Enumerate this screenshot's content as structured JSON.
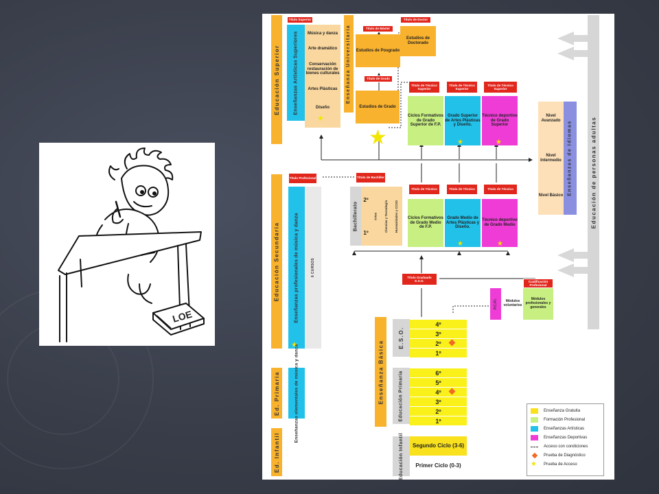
{
  "slide": {
    "background_color": "#393d49"
  },
  "illustration": {
    "book_label": "LOE"
  },
  "diagram": {
    "columns": {
      "educacion_superior": "Educación Superior",
      "ensenanza_universitaria": "Enseñanza Universitaria",
      "artisticas_superiores": "Enseñanzas Artísticas Superiores",
      "educacion_secundaria": "Educación Secundaria",
      "profesionales_musica": "Enseñanzas profesionales de música y danza",
      "seis_cursos": "6 CURSOS",
      "ed_primaria": "Ed. Primaria",
      "elementales_musica": "Enseñanzas elementales de música y danza",
      "ed_infantil": "Ed. Infantil",
      "ensenanza_basica": "Enseñanza Básica",
      "eso": "E.S.O.",
      "educacion_primaria": "Educación Primaria",
      "educacion_infantil": "Educación Infantil",
      "bachillerato": "Bachillerato",
      "adultos": "Educación de personas adultas",
      "idiomas": "Enseñanzas de Idiomas"
    },
    "titles": {
      "titulo_superior": "Título Superior",
      "titulo_master": "Título de Máster",
      "titulo_doctor": "Título de Doctor",
      "titulo_grado": "Título de Grado",
      "tecnico_superior_1": "Título de Técnico Superior",
      "tecnico_superior_2": "Título de Técnico Superior",
      "tecnico_superior_3": "Título de Técnico Superior",
      "titulo_profesional": "Título Profesional",
      "titulo_bachiller": "Título de Bachiller",
      "tecnico_1": "Título de Técnico",
      "tecnico_2": "Título de Técnico",
      "tecnico_3": "Título de Técnico",
      "graduado_eso": "Título Graduado E.S.O.",
      "cualificacion": "Cualificación Profesional"
    },
    "artisticas_list": [
      "Música y danza",
      "Arte dramático",
      "Conservación restauración de bienes culturales",
      "Artes Plásticas",
      "Diseño"
    ],
    "boxes": {
      "estudios_posgrado": "Estudios de Posgrado",
      "estudios_doctorado": "Estudios de Doctorado",
      "estudios_grado": "Estudios de Grado",
      "ciclos_superior": "Ciclos Formativos de Grado Superior de F.P.",
      "artes_superior": "Grado Superior de Artes Plásticas y Diseño.",
      "deportivo_superior": "Técnico deportivo de Grado Superior",
      "ciclos_medio": "Ciclos Formativos de Grado Medio de F.P.",
      "artes_medio": "Grado Medio de Artes Plásticas y Diseño.",
      "deportivo_medio": "Técnico deportivo de Grado Medio",
      "nivel_avanzado": "Nivel Avanzado",
      "nivel_intermedio": "Nivel Intermedio",
      "nivel_basico": "Nivel Básico",
      "pcpi": "P.C.P.I.",
      "modulos_voluntarios": "Módulos voluntarios",
      "modulos_profesionales": "Módulos profesionales y generales",
      "segundo_ciclo": "Segundo Ciclo (3-6)",
      "primer_ciclo": "Primer Ciclo (0-3)"
    },
    "bachillerato": {
      "courses": [
        "2º",
        "1º"
      ],
      "modalities": [
        "Artes",
        "Ciencias y Tecnología",
        "Humanidades y CCSS"
      ]
    },
    "eso_grades": [
      "4º",
      "3º",
      "2º",
      "1º"
    ],
    "primaria_grades": [
      "6º",
      "5º",
      "4º",
      "3º",
      "2º",
      "1º"
    ],
    "legend": [
      {
        "label": "Enseñanza Gratuita",
        "color": "#f9e11e"
      },
      {
        "label": "Formación Profesional",
        "color": "#c8ef82"
      },
      {
        "label": "Enseñanzas Artísticas",
        "color": "#21c1ea"
      },
      {
        "label": "Enseñanzas Deportivas",
        "color": "#ef3cd6"
      },
      {
        "label": "Acceso con condiciones",
        "symbol": "dashed-arrow"
      },
      {
        "label": "Prueba de Diagnóstico",
        "symbol": "diamond"
      },
      {
        "label": "Prueba de Acceso",
        "symbol": "star"
      }
    ]
  }
}
